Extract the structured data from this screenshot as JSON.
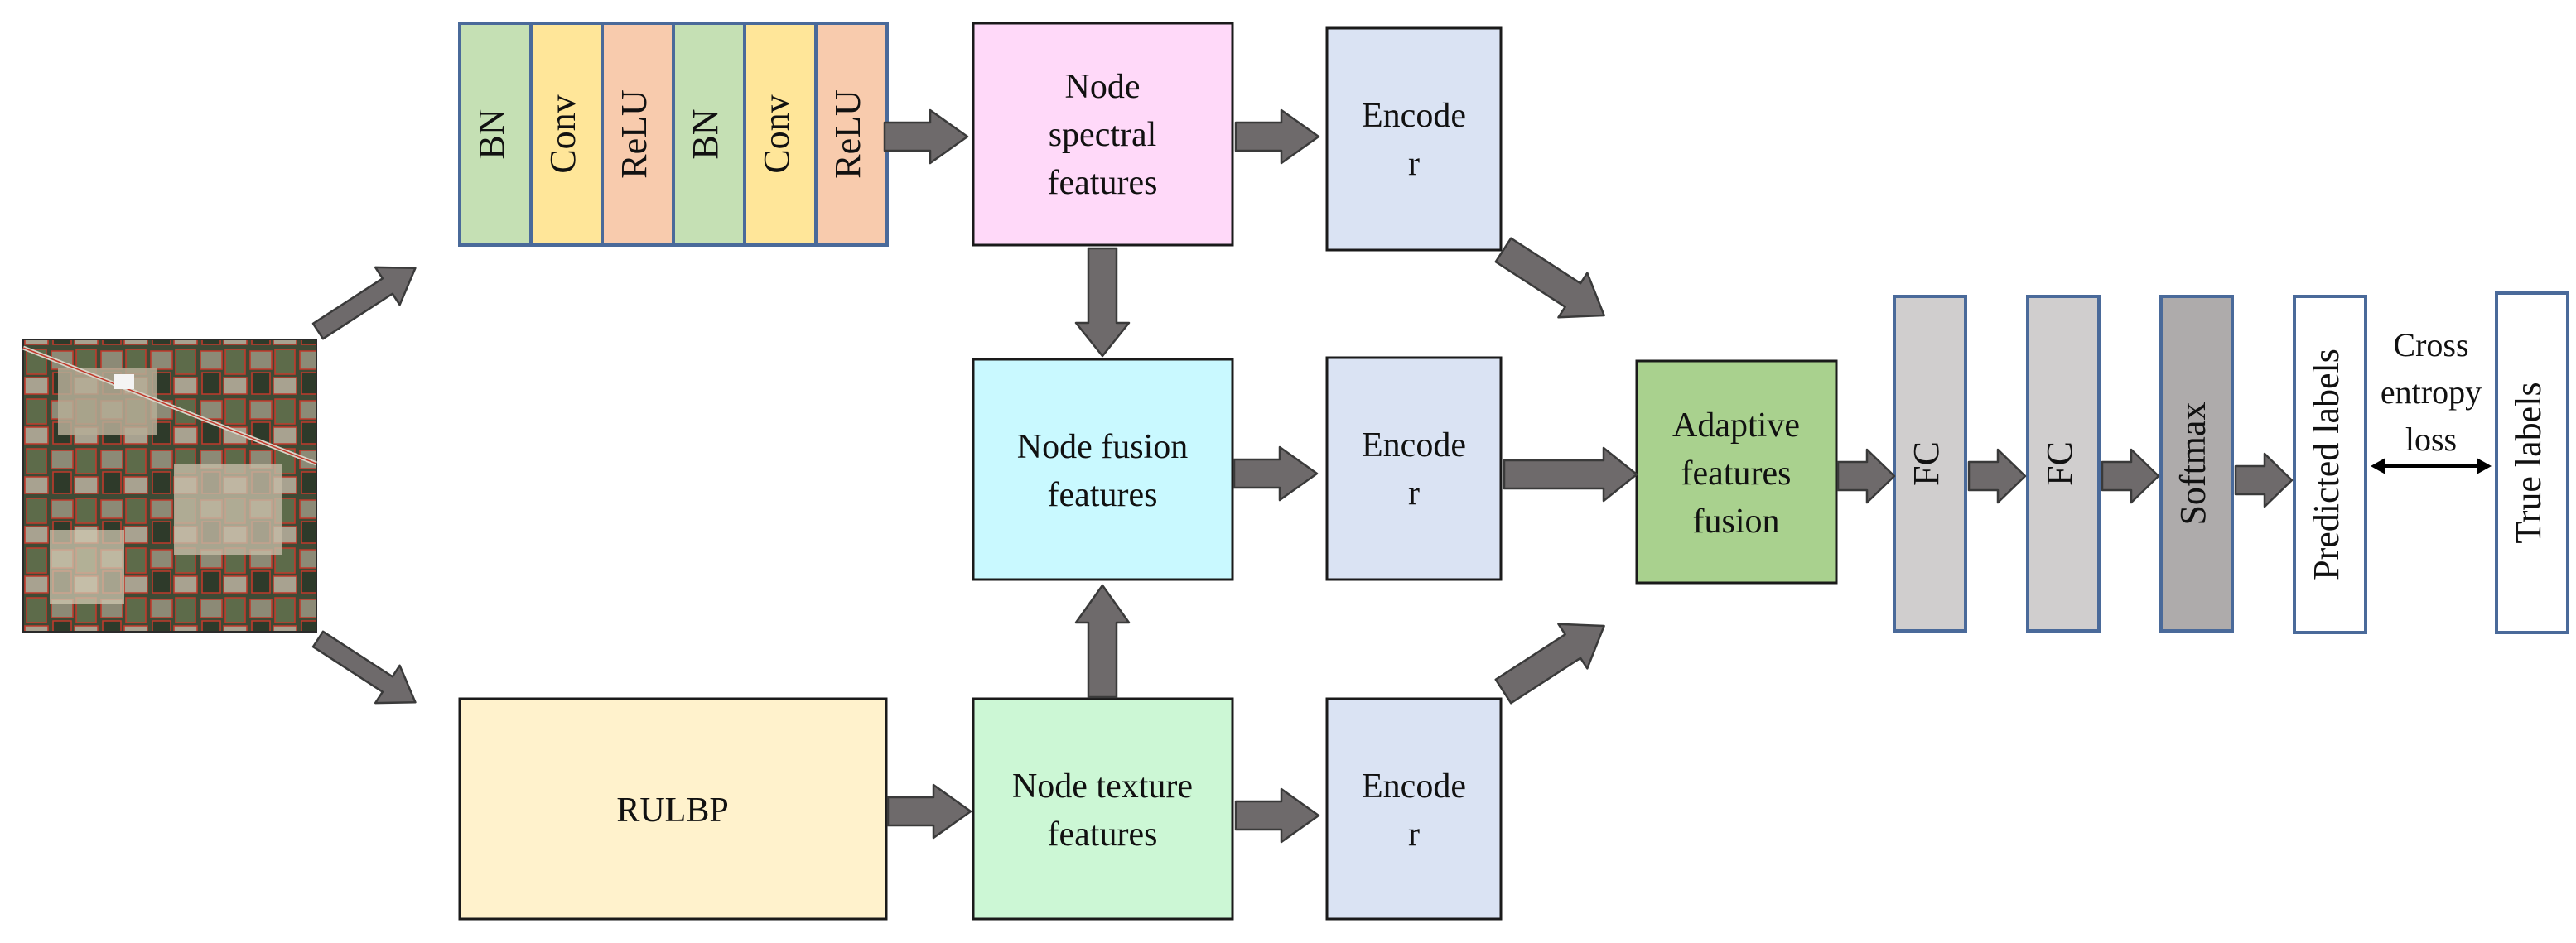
{
  "colors": {
    "bn": "#c5e0b4",
    "conv": "#ffe699",
    "relu": "#f8cbad",
    "spectral": "#ffd9f9",
    "fusion": "#c9f9ff",
    "texture": "#ccf7d5",
    "rulbp": "#fff2cc",
    "encoder": "#dae3f3",
    "adaptive": "#a9d18e",
    "fc": "#d0cece",
    "softmax": "#aeabab",
    "labels": "#ffffff",
    "arrow": "#6e6a6b",
    "border": "#4a6a9a"
  },
  "input_image": {
    "icon": "hyperspectral-image-icon"
  },
  "conv_block": {
    "layers": [
      "BN",
      "Conv",
      "ReLU",
      "BN",
      "Conv",
      "ReLU"
    ]
  },
  "nodes": {
    "spectral": {
      "line1": "Node",
      "line2": "spectral",
      "line3": "features"
    },
    "fusion": {
      "line1": "Node fusion",
      "line2": "features"
    },
    "texture": {
      "line1": "Node texture",
      "line2": "features"
    }
  },
  "rulbp": {
    "label": "RULBP"
  },
  "encoders": [
    {
      "line1": "Encode",
      "line2": "r"
    },
    {
      "line1": "Encode",
      "line2": "r"
    },
    {
      "line1": "Encode",
      "line2": "r"
    }
  ],
  "adaptive": {
    "line1": "Adaptive",
    "line2": "features",
    "line3": "fusion"
  },
  "fc_layers": [
    "FC",
    "FC"
  ],
  "softmax": {
    "label": "Softmax"
  },
  "predicted": {
    "label": "Predicted labels"
  },
  "true_labels": {
    "label": "True labels"
  },
  "loss": {
    "line1": "Cross",
    "line2": "entropy",
    "line3": "loss"
  }
}
